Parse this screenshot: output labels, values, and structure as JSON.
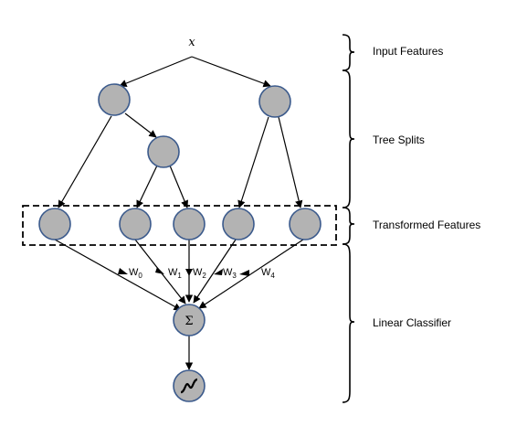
{
  "input_label": "x",
  "sum_symbol": "Σ",
  "weights": [
    {
      "base": "W",
      "sub": "0"
    },
    {
      "base": "W",
      "sub": "1"
    },
    {
      "base": "W",
      "sub": "2"
    },
    {
      "base": "W",
      "sub": "3"
    },
    {
      "base": "W",
      "sub": "4"
    }
  ],
  "sections": {
    "input": "Input Features",
    "tree": "Tree Splits",
    "transformed": "Transformed Features",
    "classifier": "Linear Classifier"
  },
  "colors": {
    "node_fill": "#b3b3b3",
    "node_stroke": "#3b5a8c"
  }
}
